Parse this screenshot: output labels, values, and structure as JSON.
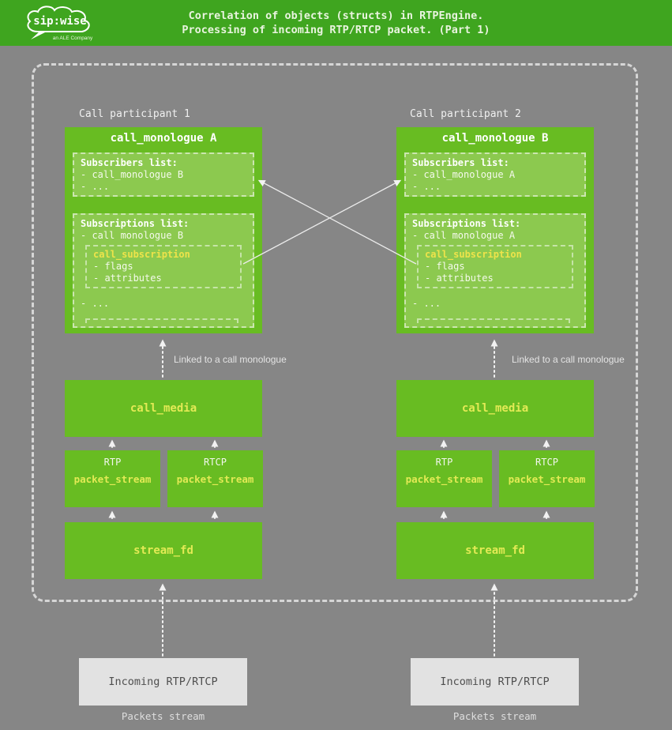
{
  "header": {
    "title_line1": "Correlation of objects (structs) in RTPEngine.",
    "title_line2": "Processing of incoming RTP/RTCP packet. (Part 1)",
    "logo": {
      "brand": "sip:wise",
      "tagline": "an ALE Company"
    }
  },
  "colors": {
    "header_green": "#3fa51f",
    "box_green": "#68bc22",
    "subbox_green": "#8cc94f",
    "highlight_yellow": "#e3ea55",
    "background_gray": "#868686",
    "incoming_gray": "#e2e2e2",
    "arrow_white": "#f2f2f2"
  },
  "participants": [
    {
      "label": "Call participant 1",
      "monologue": {
        "title": "call_monologue A",
        "subscribers": {
          "title": "Subscribers list:",
          "item": "- call_monologue B",
          "more": "- ..."
        },
        "subscriptions": {
          "title": "Subscriptions list:",
          "item": "- call monologue B",
          "subscription": {
            "title": "call_subscription",
            "flags": "- flags",
            "attributes": "- attributes"
          },
          "more": "- ..."
        }
      },
      "linked_label": "Linked to a call monologue",
      "call_media": "call_media",
      "streams": [
        {
          "protocol": "RTP",
          "label": "packet_stream"
        },
        {
          "protocol": "RTCP",
          "label": "packet_stream"
        }
      ],
      "stream_fd": "stream_fd",
      "incoming": "Incoming RTP/RTCP",
      "packets_label": "Packets stream"
    },
    {
      "label": "Call participant 2",
      "monologue": {
        "title": "call_monologue B",
        "subscribers": {
          "title": "Subscribers list:",
          "item": "- call_monologue A",
          "more": "- ..."
        },
        "subscriptions": {
          "title": "Subscriptions list:",
          "item": "- call monologue A",
          "subscription": {
            "title": "call_subscription",
            "flags": "- flags",
            "attributes": "- attributes"
          },
          "more": "- ..."
        }
      },
      "linked_label": "Linked to a call monologue",
      "call_media": "call_media",
      "streams": [
        {
          "protocol": "RTP",
          "label": "packet_stream"
        },
        {
          "protocol": "RTCP",
          "label": "packet_stream"
        }
      ],
      "stream_fd": "stream_fd",
      "incoming": "Incoming RTP/RTCP",
      "packets_label": "Packets stream"
    }
  ]
}
